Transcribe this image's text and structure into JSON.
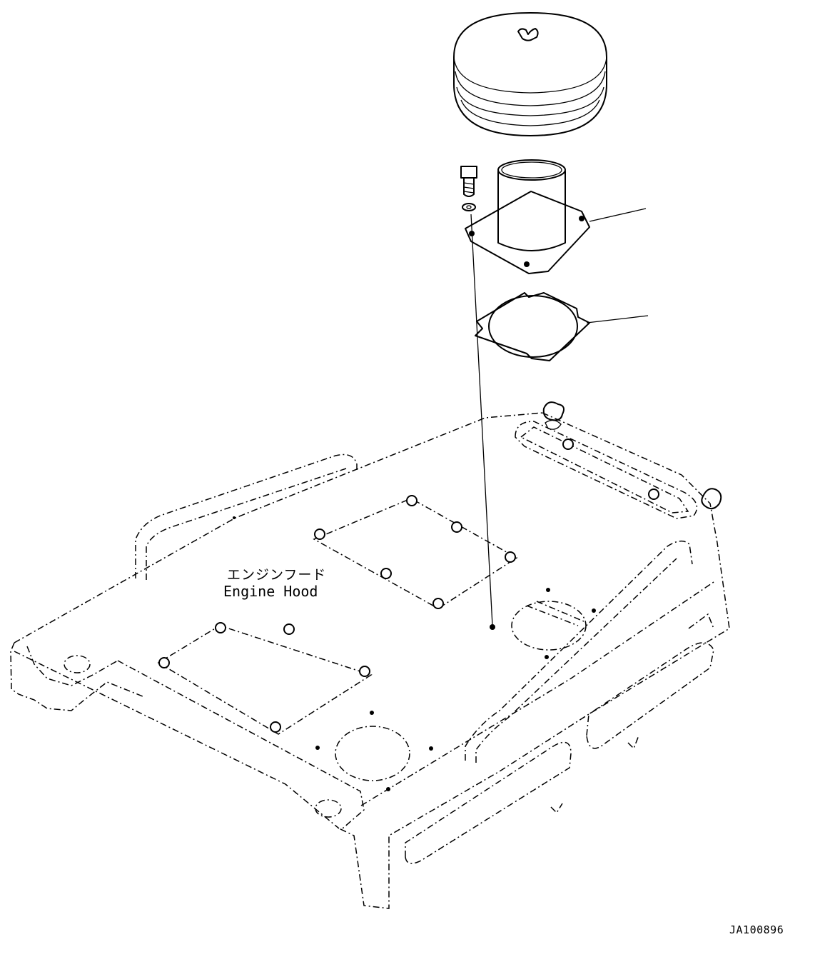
{
  "labels": {
    "hood_jp": "エンジンフード",
    "hood_en": "Engine Hood"
  },
  "drawing_code": "JA100896",
  "parts": [
    "air-cleaner-cap",
    "air-intake-pipe",
    "gasket",
    "bolt",
    "washer",
    "engine-hood"
  ]
}
